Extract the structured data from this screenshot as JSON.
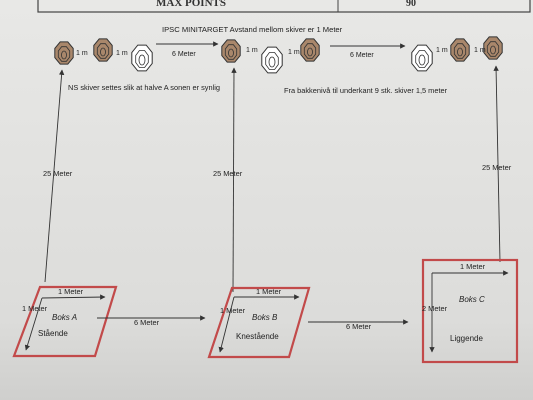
{
  "header": {
    "left": "MAX POINTS",
    "right": "90"
  },
  "title": "IPSC MINITARGET  Avstand mellom skiver er 1 Meter",
  "note_left": "NS skiver settes slik at halve A sonen er synlig",
  "note_right": "Fra bakkenivå til underkant 9 stk. skiver 1,5 meter",
  "spacing_1m": "1 m",
  "spacing_6m": "6 Meter",
  "dist_25": "25 Meter",
  "box_width": "1 Meter",
  "box_depth_a": "1 Meter",
  "box_depth_b": "1 Meter",
  "box_depth_c": "2 Meter",
  "boxes": [
    {
      "name": "Boks A",
      "position": "Stående"
    },
    {
      "name": "Boks B",
      "position": "Knestående"
    },
    {
      "name": "Boks C",
      "position": "Liggende"
    }
  ],
  "box_gap": "6 Meter",
  "colors": {
    "box_border": "#c24a4a",
    "target_fill": "#a9876b",
    "ns_fill": "#ffffff",
    "line": "#333333"
  }
}
